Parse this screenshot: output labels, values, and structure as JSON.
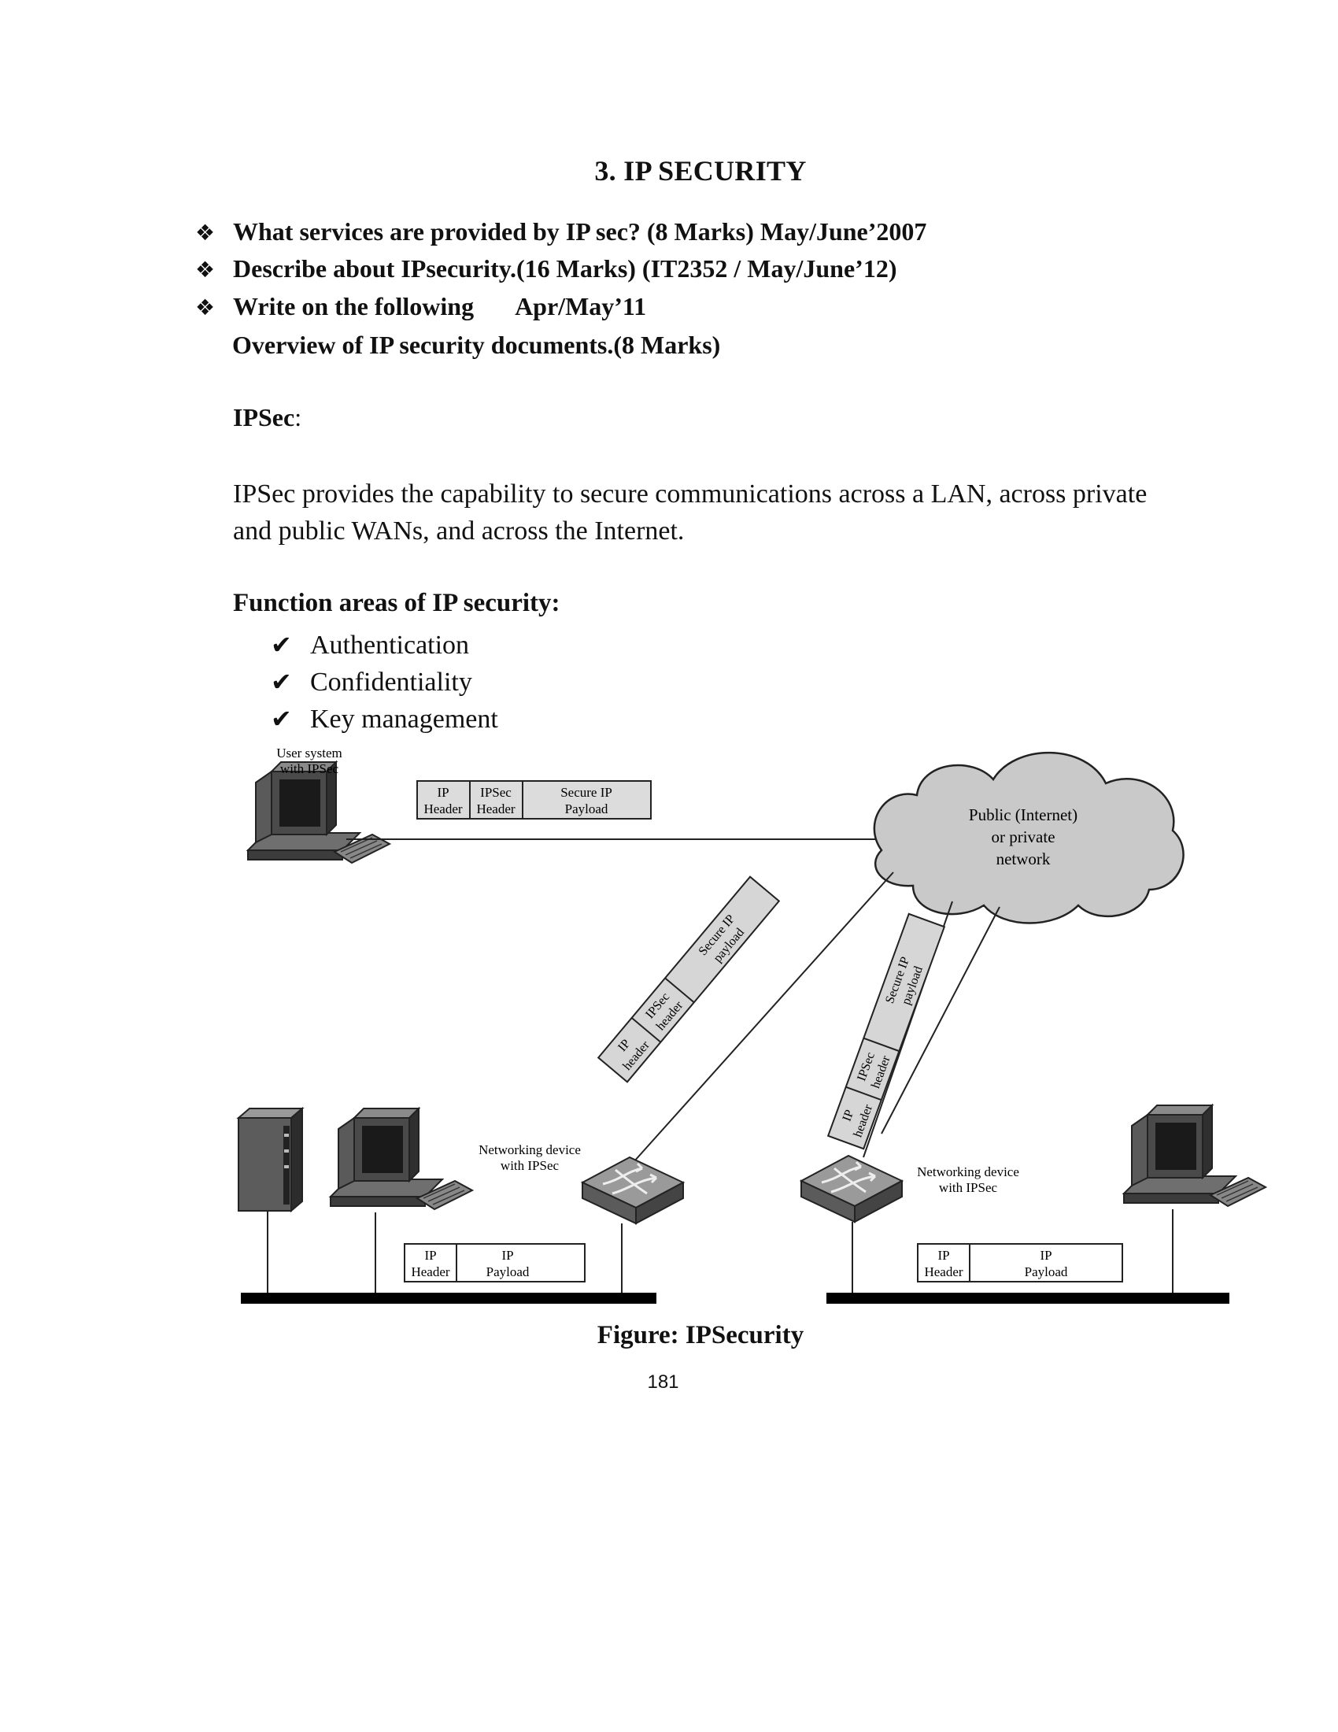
{
  "title": "3. IP SECURITY",
  "questions": [
    {
      "bullet": "❖",
      "text": "What services are provided by IP sec? (8 Marks) May/June’2007"
    },
    {
      "bullet": "❖",
      "text": "Describe about IPsecurity.(16 Marks) (IT2352 / May/June’12)"
    },
    {
      "bullet": "❖",
      "text": "Write on the following",
      "date": "Apr/May’11",
      "continuation": "Overview of IP security documents.(8 Marks)"
    }
  ],
  "ipsec_heading": {
    "label": "IPSec",
    "colon": ":"
  },
  "ipsec_paragraph": "IPSec provides the capability to secure communications across a LAN, across private and public WANs, and across the Internet.",
  "function_areas": {
    "heading": "Function areas of IP security:",
    "check_glyph": "✔",
    "items": [
      "Authentication",
      "Confidentiality",
      "Key management"
    ]
  },
  "diagram": {
    "user_system_label": [
      "User system",
      "with IPSec"
    ],
    "cloud_label": [
      "Public (Internet)",
      "or private",
      "network"
    ],
    "top_packet": [
      "IP",
      "Header",
      "IPSec",
      "Header",
      "Secure IP",
      "Payload"
    ],
    "diag_packet": [
      "IP",
      "header",
      "IPSec",
      "header",
      "Secure IP",
      "payload"
    ],
    "net_device_label": [
      "Networking device",
      "with IPSec"
    ],
    "lan_packet": [
      "IP",
      "Header",
      "IP",
      "Payload"
    ]
  },
  "caption": "Figure: IPSecurity",
  "page_number": "181"
}
